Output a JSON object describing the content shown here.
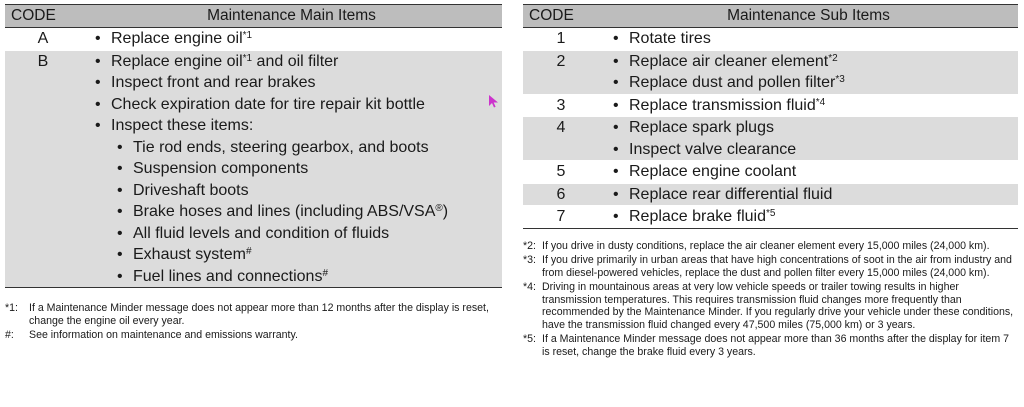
{
  "main_table": {
    "header": {
      "code": "CODE",
      "items": "Maintenance Main Items"
    },
    "rows": [
      {
        "code": "A",
        "items": [
          {
            "text": "Replace engine oil",
            "sup": "*1",
            "level": 1
          }
        ]
      },
      {
        "code": "B",
        "items": [
          {
            "text": "Replace engine oil",
            "sup": "*1",
            "text2": " and oil filter",
            "level": 1
          },
          {
            "text": "Inspect front and rear brakes",
            "level": 1
          },
          {
            "text": "Check expiration date for tire repair kit bottle",
            "level": 1
          },
          {
            "text": "Inspect these items:",
            "level": 1
          },
          {
            "text": "Tie rod ends, steering gearbox, and boots",
            "level": 2
          },
          {
            "text": "Suspension components",
            "level": 2
          },
          {
            "text": "Driveshaft boots",
            "level": 2
          },
          {
            "text": "Brake hoses and lines (including ABS/VSA",
            "sup": "®",
            "text2": ")",
            "level": 2
          },
          {
            "text": "All fluid levels and condition of fluids",
            "level": 2
          },
          {
            "text": "Exhaust system",
            "sup": "#",
            "level": 2
          },
          {
            "text": "Fuel lines and connections",
            "sup": "#",
            "level": 2
          }
        ]
      }
    ]
  },
  "main_notes": [
    {
      "mark": "*1:",
      "text": "If a Maintenance Minder message does not appear more than 12 months after the display is reset, change the engine oil every year."
    },
    {
      "mark": "#:",
      "text": "See information on maintenance and emissions warranty."
    }
  ],
  "sub_table": {
    "header": {
      "code": "CODE",
      "items": "Maintenance Sub Items"
    },
    "rows": [
      {
        "code": "1",
        "items": [
          {
            "text": "Rotate tires",
            "level": 1
          }
        ]
      },
      {
        "code": "2",
        "items": [
          {
            "text": "Replace air cleaner element",
            "sup": "*2",
            "level": 1
          },
          {
            "text": "Replace dust and pollen filter",
            "sup": "*3",
            "level": 1
          }
        ]
      },
      {
        "code": "3",
        "items": [
          {
            "text": "Replace transmission fluid",
            "sup": "*4",
            "level": 1
          }
        ]
      },
      {
        "code": "4",
        "items": [
          {
            "text": "Replace spark plugs",
            "level": 1
          },
          {
            "text": "Inspect valve clearance",
            "level": 1
          }
        ]
      },
      {
        "code": "5",
        "items": [
          {
            "text": "Replace engine coolant",
            "level": 1
          }
        ]
      },
      {
        "code": "6",
        "items": [
          {
            "text": "Replace rear differential fluid",
            "level": 1
          }
        ]
      },
      {
        "code": "7",
        "items": [
          {
            "text": "Replace brake fluid",
            "sup": "*5",
            "level": 1
          }
        ]
      }
    ]
  },
  "sub_notes": [
    {
      "mark": "*2:",
      "text": "If you drive in dusty conditions, replace the air cleaner element every 15,000 miles (24,000 km)."
    },
    {
      "mark": "*3:",
      "text": "If you drive primarily in urban areas that have high concentrations of soot in the air from industry and from diesel-powered vehicles, replace the dust and pollen filter every 15,000 miles (24,000 km)."
    },
    {
      "mark": "*4:",
      "text": "Driving in mountainous areas at very low vehicle speeds or trailer towing results in higher transmission temperatures. This requires transmission fluid changes more frequently than recommended by the Maintenance Minder. If you regularly drive your vehicle under these conditions, have the transmission fluid changed every 47,500 miles (75,000 km) or 3 years."
    },
    {
      "mark": "*5:",
      "text": "If a Maintenance Minder message does not appear more than 36 months after the display for item 7 is reset, change the brake fluid every 3 years."
    }
  ],
  "colors": {
    "header_bg": "#bdbdbd",
    "shaded_row": "#dcdcdc",
    "cursor": "#cc33cc"
  },
  "icons": {
    "pointer": "mouse-pointer-icon"
  }
}
